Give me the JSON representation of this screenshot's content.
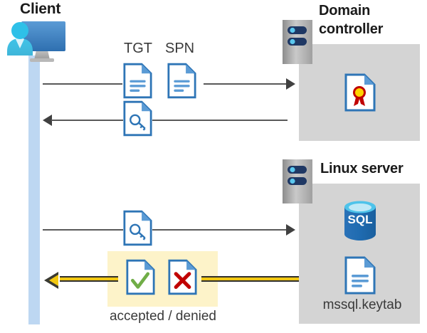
{
  "diagram": {
    "title_client": "Client",
    "title_domain_controller": "Domain controller",
    "title_linux_server": "Linux server",
    "label_tgt": "TGT",
    "label_spn": "SPN",
    "label_keytab": "mssql.keytab",
    "label_result": "accepted / denied",
    "label_sql": "SQL"
  },
  "icons": {
    "client": "user-workstation-icon",
    "server_rack": "server-rack-icon",
    "certificate": "certificate-document-icon",
    "database": "sql-database-icon",
    "document": "document-icon",
    "key_document": "key-document-icon",
    "accepted": "accepted-document-icon",
    "denied": "denied-document-icon"
  },
  "colors": {
    "zone_gray": "#d4d4d4",
    "lifeline_blue": "#bdd7f2",
    "highlight_yellow": "#fdf3c9",
    "arrow_yellow": "#f2c811",
    "arrow_gray": "#595959",
    "doc_blue": "#2e75b6",
    "accent_green": "#70ad47",
    "accent_red": "#c00000",
    "sql_blue": "#1f6bb0",
    "cert_red": "#c00000",
    "cert_gold": "#ffd400",
    "text_dark": "#1a1a1a"
  },
  "flows": [
    {
      "id": "flow-1",
      "direction": "client-to-dc",
      "items": [
        "TGT",
        "SPN"
      ],
      "style": "gray"
    },
    {
      "id": "flow-2",
      "direction": "dc-to-client",
      "items": [
        "key-document"
      ],
      "style": "gray"
    },
    {
      "id": "flow-3",
      "direction": "client-to-linux",
      "items": [
        "key-document"
      ],
      "style": "gray"
    },
    {
      "id": "flow-4",
      "direction": "linux-to-client",
      "items": [
        "accepted",
        "denied"
      ],
      "style": "yellow"
    }
  ]
}
